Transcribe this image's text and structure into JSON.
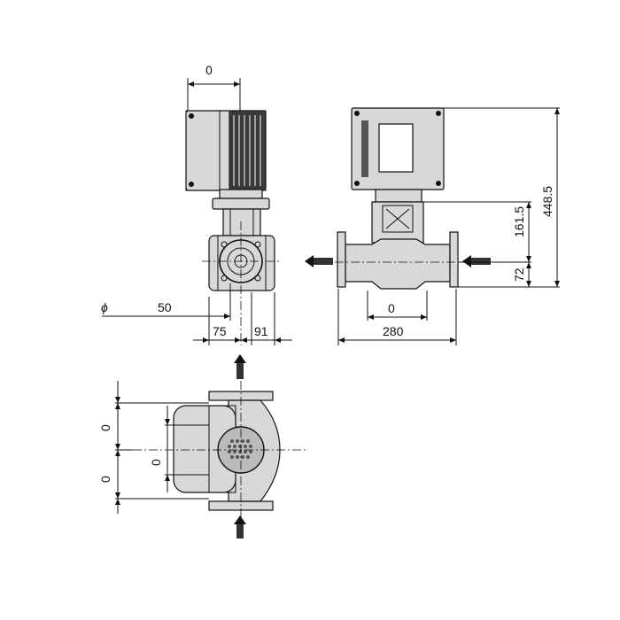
{
  "dimensions": {
    "side_top_width": "0",
    "phi": "ϕ",
    "flange_dia": "50",
    "left_offset": "75",
    "right_offset": "91",
    "front_center": "0",
    "front_length": "280",
    "total_height": "448.5",
    "motor_height": "161.5",
    "axis_height": "72",
    "top_upper": "0",
    "top_lower": "0",
    "top_center": "0"
  },
  "icons": {
    "flow_arrow": "flow-direction-arrow",
    "logo": "grundfos-logo"
  }
}
